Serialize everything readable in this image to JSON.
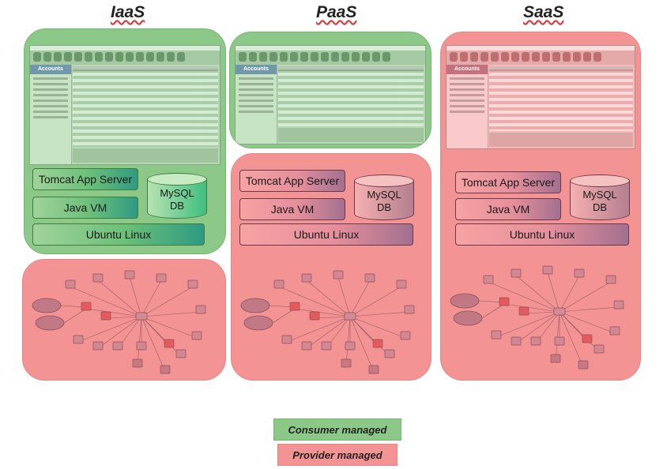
{
  "columns": [
    {
      "title": "IaaS"
    },
    {
      "title": "PaaS"
    },
    {
      "title": "SaaS"
    }
  ],
  "app_screenshot": {
    "sidebar_title": "Accounts"
  },
  "stack": {
    "app_server": "Tomcat App Server",
    "vm": "Java VM",
    "os": "Ubuntu Linux",
    "db_line1": "MySQL",
    "db_line2": "DB"
  },
  "legend": {
    "consumer": {
      "label": "Consumer managed",
      "color": "#8cc887"
    },
    "provider": {
      "label": "Provider managed",
      "color": "#f49393"
    }
  }
}
